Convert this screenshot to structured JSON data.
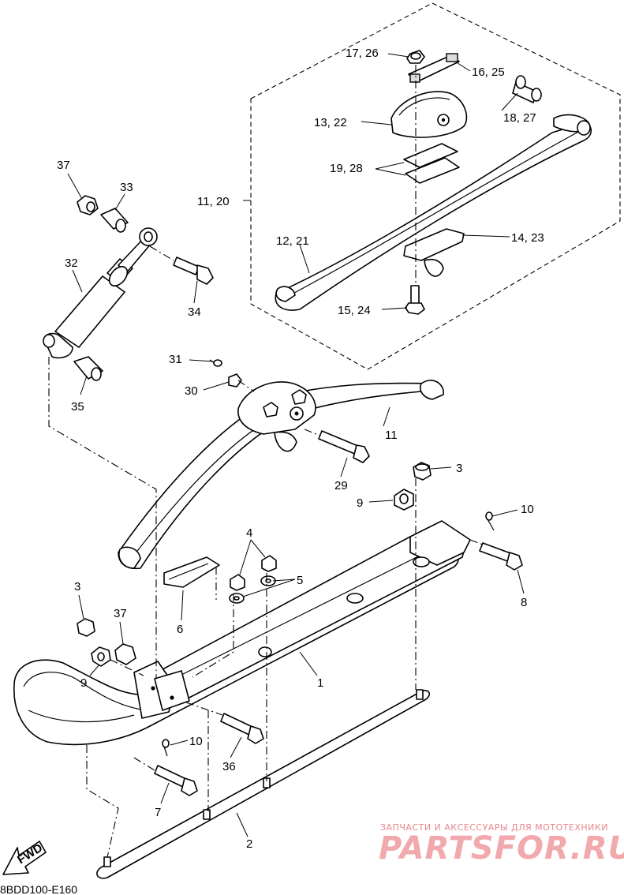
{
  "diagram": {
    "code": "8BDD100-E160",
    "fwd": "FWD",
    "labels": {
      "l_17_26": "17, 26",
      "l_16_25": "16, 25",
      "l_13_22": "13, 22",
      "l_18_27": "18, 27",
      "l_19_28": "19, 28",
      "l_11_20": "11, 20",
      "l_12_21": "12, 21",
      "l_14_23": "14, 23",
      "l_15_24": "15, 24",
      "l_37a": "37",
      "l_33": "33",
      "l_32": "32",
      "l_34": "34",
      "l_35": "35",
      "l_31": "31",
      "l_30": "30",
      "l_11": "11",
      "l_29": "29",
      "l_3a": "3",
      "l_9a": "9",
      "l_10a": "10",
      "l_8": "8",
      "l_4": "4",
      "l_5": "5",
      "l_6": "6",
      "l_3b": "3",
      "l_37b": "37",
      "l_9b": "9",
      "l_1": "1",
      "l_10b": "10",
      "l_36": "36",
      "l_7": "7",
      "l_2": "2"
    }
  },
  "watermark": {
    "subtitle": "ЗАПЧАСТИ И АКСЕССУАРЫ ДЛЯ МОТОТЕХНИКИ",
    "brand": "PARTSFOR.RU"
  }
}
